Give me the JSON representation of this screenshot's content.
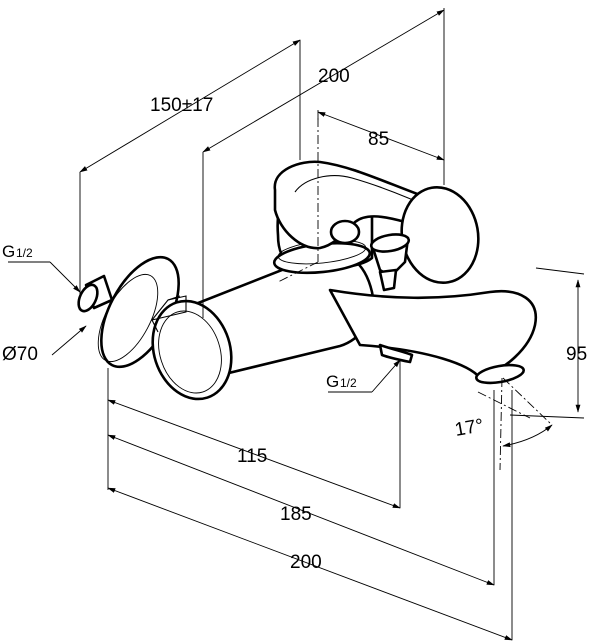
{
  "dimensions": {
    "top_left": "150±17",
    "top_mid": "200",
    "top_right": "85",
    "height": "95",
    "angle": "17°",
    "bottom_1": "115",
    "bottom_2": "185",
    "bottom_3": "200",
    "dia": "Ø70"
  },
  "threads": {
    "left": {
      "main": "G",
      "sub": "1/2"
    },
    "right": {
      "main": "G",
      "sub": "1/2"
    }
  },
  "colors": {
    "ink": "#000000",
    "paper": "#ffffff"
  }
}
